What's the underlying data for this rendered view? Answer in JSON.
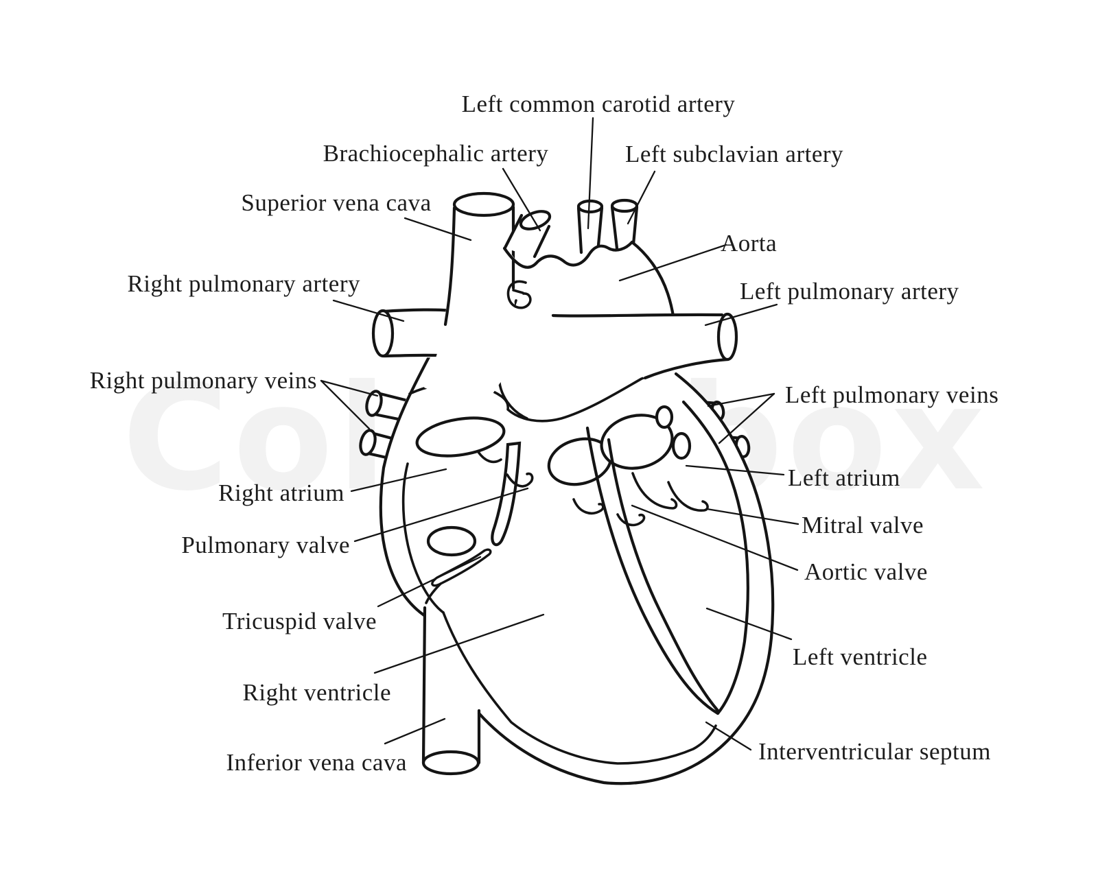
{
  "diagram": {
    "watermark": "Colourbox",
    "ink_color": "#141414",
    "watermark_color": "#f2f2f2",
    "labels": [
      {
        "id": "left-common-carotid-artery",
        "text": "Left common carotid artery"
      },
      {
        "id": "brachiocephalic-artery",
        "text": "Brachiocephalic artery"
      },
      {
        "id": "left-subclavian-artery",
        "text": "Left subclavian artery"
      },
      {
        "id": "superior-vena-cava",
        "text": "Superior vena cava"
      },
      {
        "id": "aorta",
        "text": "Aorta"
      },
      {
        "id": "right-pulmonary-artery",
        "text": "Right pulmonary artery"
      },
      {
        "id": "left-pulmonary-artery",
        "text": "Left pulmonary artery"
      },
      {
        "id": "right-pulmonary-veins",
        "text": "Right pulmonary veins"
      },
      {
        "id": "left-pulmonary-veins",
        "text": "Left pulmonary veins"
      },
      {
        "id": "right-atrium",
        "text": "Right atrium"
      },
      {
        "id": "left-atrium",
        "text": "Left atrium"
      },
      {
        "id": "pulmonary-valve",
        "text": "Pulmonary valve"
      },
      {
        "id": "mitral-valve",
        "text": "Mitral valve"
      },
      {
        "id": "aortic-valve",
        "text": "Aortic valve"
      },
      {
        "id": "tricuspid-valve",
        "text": "Tricuspid valve"
      },
      {
        "id": "left-ventricle",
        "text": "Left ventricle"
      },
      {
        "id": "right-ventricle",
        "text": "Right ventricle"
      },
      {
        "id": "inferior-vena-cava",
        "text": "Inferior vena cava"
      },
      {
        "id": "interventricular-septum",
        "text": "Interventricular septum"
      }
    ]
  }
}
